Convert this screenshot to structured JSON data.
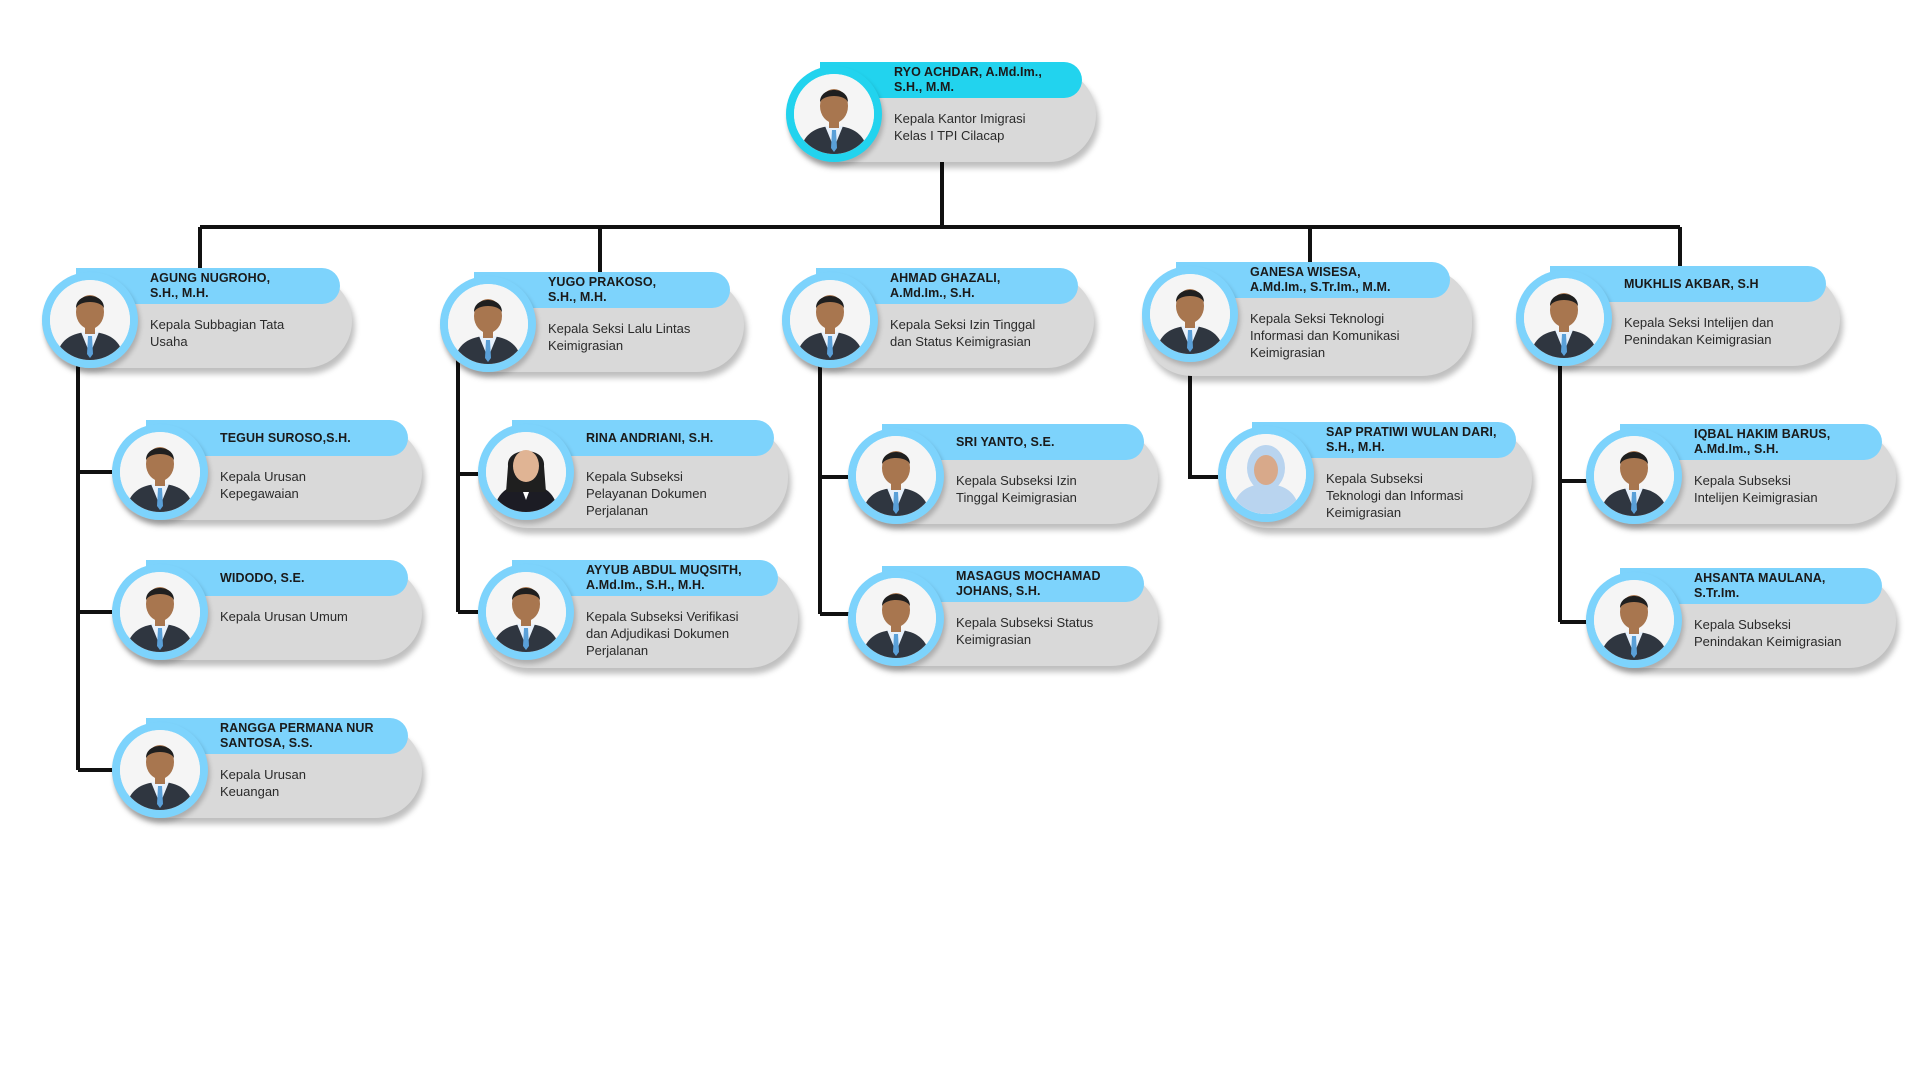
{
  "colors": {
    "accent_head": "#22d3ee",
    "accent": "#7dd3fc",
    "card_body": "#d9d9d9",
    "connector": "#111111",
    "suit": "#2f3640",
    "shirt": "#e8f1fb",
    "tie": "#5aa0d8",
    "skin": "#a8764f",
    "hair": "#1f1f1f",
    "hijab": "#b9d4ef"
  },
  "people": [
    {
      "id": "head",
      "name": "RYO ACHDAR, A.Md.Im.,\nS.H., M.M.",
      "role": "Kepala Kantor Imigrasi\nKelas I TPI Cilacap",
      "icon": "person-photo-icon"
    },
    {
      "id": "s1",
      "name": "AGUNG NUGROHO,\nS.H., M.H.",
      "role": "Kepala Subbagian Tata\nUsaha",
      "icon": "person-photo-icon"
    },
    {
      "id": "s2",
      "name": "YUGO PRAKOSO,\nS.H., M.H.",
      "role": "Kepala Seksi Lalu Lintas\nKeimigrasian",
      "icon": "person-photo-icon"
    },
    {
      "id": "s3",
      "name": "AHMAD GHAZALI,\nA.Md.Im., S.H.",
      "role": "Kepala Seksi Izin Tinggal\ndan Status Keimigrasian",
      "icon": "person-photo-icon"
    },
    {
      "id": "s4",
      "name": "GANESA WISESA,\nA.Md.Im., S.Tr.Im., M.M.",
      "role": "Kepala Seksi Teknologi\nInformasi dan Komunikasi\nKeimigrasian",
      "icon": "person-photo-icon"
    },
    {
      "id": "s5",
      "name": "MUKHLIS AKBAR, S.H",
      "role": "Kepala Seksi Intelijen dan\nPenindakan Keimigrasian",
      "icon": "person-photo-icon"
    },
    {
      "id": "s1a",
      "name": "TEGUH SUROSO,S.H.",
      "role": "Kepala Urusan\nKepegawaian",
      "icon": "person-photo-icon"
    },
    {
      "id": "s1b",
      "name": "WIDODO, S.E.",
      "role": "Kepala Urusan Umum",
      "icon": "person-photo-icon"
    },
    {
      "id": "s1c",
      "name": "RANGGA PERMANA NUR\nSANTOSA, S.S.",
      "role": "Kepala Urusan\nKeuangan",
      "icon": "person-photo-icon"
    },
    {
      "id": "s2a",
      "name": "RINA ANDRIANI, S.H.",
      "role": "Kepala Subseksi\nPelayanan Dokumen\nPerjalanan",
      "icon": "person-photo-icon"
    },
    {
      "id": "s2b",
      "name": "AYYUB ABDUL MUQSITH,\nA.Md.Im., S.H., M.H.",
      "role": "Kepala Subseksi  Verifikasi\ndan Adjudikasi Dokumen\nPerjalanan",
      "icon": "person-photo-icon"
    },
    {
      "id": "s3a",
      "name": "SRI YANTO, S.E.",
      "role": "Kepala Subseksi Izin\nTinggal Keimigrasian",
      "icon": "person-photo-icon"
    },
    {
      "id": "s3b",
      "name": "MASAGUS MOCHAMAD\nJOHANS, S.H.",
      "role": "Kepala Subseksi Status\nKeimigrasian",
      "icon": "person-photo-icon"
    },
    {
      "id": "s4a",
      "name": "SAP PRATIWI WULAN DARI,\nS.H., M.H.",
      "role": "Kepala Subseksi\nTeknologi dan Informasi\nKeimigrasian",
      "icon": "person-photo-icon"
    },
    {
      "id": "s5a",
      "name": "IQBAL HAKIM BARUS,\nA.Md.Im., S.H.",
      "role": "Kepala Subseksi\nIntelijen Keimigrasian",
      "icon": "person-photo-icon"
    },
    {
      "id": "s5b",
      "name": "AHSANTA MAULANA,\nS.Tr.Im.",
      "role": "Kepala Subseksi\nPenindakan Keimigrasian",
      "icon": "person-photo-icon"
    }
  ]
}
